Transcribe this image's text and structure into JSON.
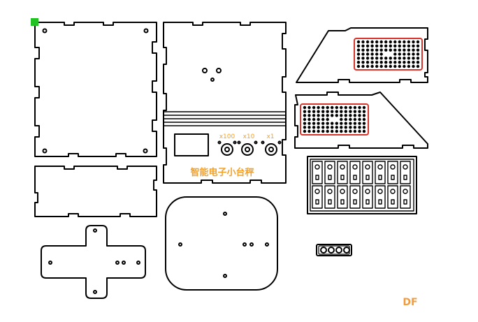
{
  "labels": {
    "device_name": "智能电子小台秤",
    "multiplier_x100": "x100",
    "multiplier_x10": "x10",
    "multiplier_x1": "x1",
    "watermark": "DF"
  },
  "colors": {
    "outline": "#000000",
    "label_text": "#f4a126",
    "speaker_frame": "#d9342b",
    "origin_marker": "#21c221",
    "watermark": "#f39c3c"
  }
}
